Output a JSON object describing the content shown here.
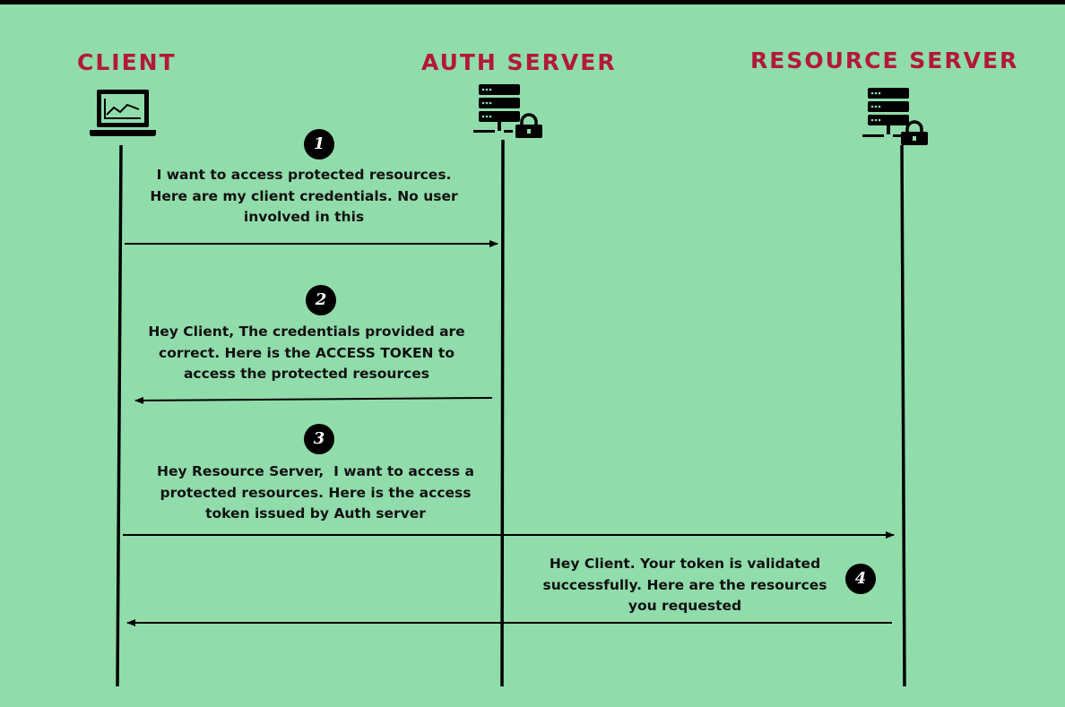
{
  "actors": {
    "client": {
      "label": "CLIENT",
      "icon": "laptop-icon"
    },
    "auth": {
      "label": "AUTH SERVER",
      "icon": "server-lock-icon"
    },
    "resource": {
      "label": "RESOURCE SERVER",
      "icon": "server-lock-icon"
    }
  },
  "steps": [
    {
      "number": "1",
      "lines": [
        "I want to access protected resources.",
        "Here are my client credentials. No user",
        "involved in this"
      ]
    },
    {
      "number": "2",
      "lines": [
        "Hey Client, The credentials provided are",
        "correct. Here is the ACCESS TOKEN to",
        "access the protected resources"
      ]
    },
    {
      "number": "3",
      "lines": [
        "Hey Resource Server,  I want to access a",
        "protected resources. Here is the access",
        "token issued by Auth server"
      ]
    },
    {
      "number": "4",
      "lines": [
        "Hey Client. Your token is validated",
        "successfully. Here are the resources",
        "you requested"
      ]
    }
  ],
  "colors": {
    "background": "#91dcab",
    "title": "#b3183b",
    "line": "#000000"
  }
}
